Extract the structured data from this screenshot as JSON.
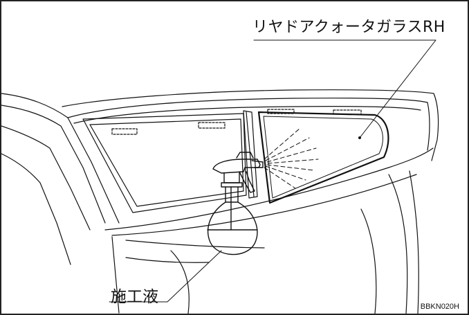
{
  "labels": {
    "glass": "リヤドアクォータガラスRH",
    "liquid": "施工液"
  },
  "figure_code": "BBKN020H",
  "colors": {
    "line": "#111111",
    "background": "#ffffff"
  },
  "icons": [
    "spray-bottle-icon"
  ]
}
